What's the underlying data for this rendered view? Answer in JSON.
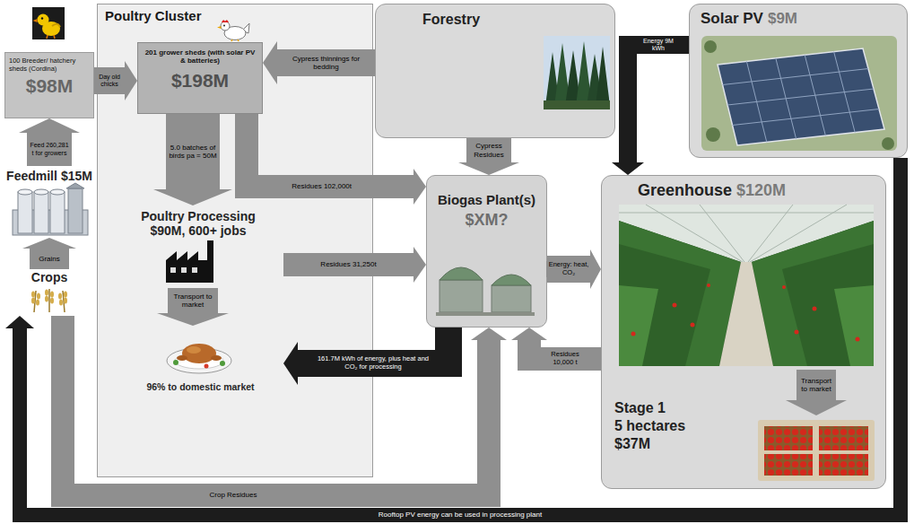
{
  "diagram": {
    "nodes": [
      {
        "text": [
          "Poultry Cluster"
        ]
      },
      {
        "text": [
          "100 Breeder/ hatchery sheds (Cordina)",
          "$98M"
        ]
      },
      {
        "text": [
          "201 grower sheds (with solar PV & batteries)",
          "$198M"
        ],
        "in": 0
      },
      {
        "text": [
          "Poultry Processing",
          "$90M, 600+ jobs"
        ],
        "in": 0
      },
      {
        "text": [
          "96% to domestic market"
        ],
        "in": 0
      },
      {
        "text": [
          "Feedmill",
          "$15M"
        ]
      },
      {
        "text": [
          "Crops"
        ]
      },
      {
        "text": [
          "Forestry"
        ]
      },
      {
        "text": [
          "Biogas Plant(s)",
          "$XM?"
        ]
      },
      {
        "text": [
          "Solar PV",
          "$9M"
        ]
      },
      {
        "text": [
          "Greenhouse",
          "$120M",
          "Stage 1",
          "5 hectares",
          "$37M"
        ]
      }
    ],
    "edges": [
      {
        "from": 1,
        "to": 2,
        "arrow": "to",
        "label": "Day old chicks"
      },
      {
        "from": 5,
        "to": 1,
        "arrow": "to",
        "label": "Feed 260,281 t for growers"
      },
      {
        "from": 6,
        "to": 5,
        "arrow": "to",
        "label": "Grains"
      },
      {
        "from": 7,
        "to": 2,
        "arrow": "to",
        "label": "Cypress thinnings for bedding"
      },
      {
        "from": 2,
        "to": 3,
        "arrow": "to",
        "label": "5.0 batches of birds pa = 50M"
      },
      {
        "from": 2,
        "to": 8,
        "arrow": "to",
        "label": "Residues 102,000t"
      },
      {
        "from": 3,
        "to": 8,
        "arrow": "to",
        "label": "Residues 31,250t"
      },
      {
        "from": 3,
        "to": 4,
        "arrow": "to",
        "label": "Transport to market"
      },
      {
        "from": 7,
        "to": 8,
        "arrow": "to",
        "label": "Cypress Residues"
      },
      {
        "from": 8,
        "to": 4,
        "arrow": "to",
        "label": "161.7M kWh of energy, plus heat and CO₂ for processing"
      },
      {
        "from": 9,
        "to": 10,
        "arrow": "to",
        "label": "Energy 9M kWh"
      },
      {
        "from": 8,
        "to": 10,
        "arrow": "to",
        "label": "Energy: heat, CO₂"
      },
      {
        "from": 10,
        "to": 8,
        "arrow": "to",
        "label": "Residues 10,000 t"
      },
      {
        "from": 6,
        "to": 8,
        "arrow": "to",
        "label": "Crop Residues"
      },
      {
        "from": 9,
        "to": 6,
        "arrow": "to",
        "label": "Rooftop PV energy can be used in processing plant"
      }
    ],
    "labels": [
      "Transport to market"
    ]
  }
}
